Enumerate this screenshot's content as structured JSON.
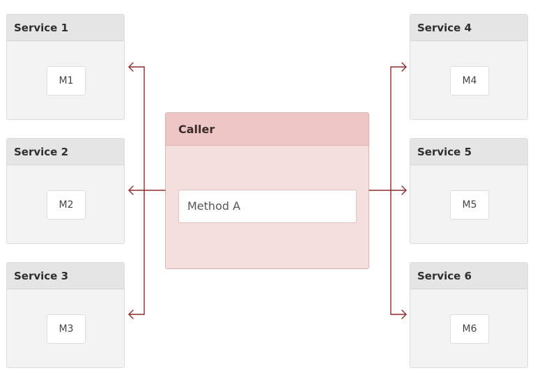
{
  "caller": {
    "title": "Caller",
    "method": "Method A"
  },
  "services": [
    {
      "title": "Service 1",
      "method": "M1"
    },
    {
      "title": "Service 2",
      "method": "M2"
    },
    {
      "title": "Service 3",
      "method": "M3"
    },
    {
      "title": "Service 4",
      "method": "M4"
    },
    {
      "title": "Service 5",
      "method": "M5"
    },
    {
      "title": "Service 6",
      "method": "M6"
    }
  ],
  "colors": {
    "arrow": "#8b2a2a",
    "caller_fill": "#f5dede",
    "caller_header": "#efc6c6",
    "service_fill": "#f3f3f3",
    "service_header": "#e5e5e5"
  }
}
